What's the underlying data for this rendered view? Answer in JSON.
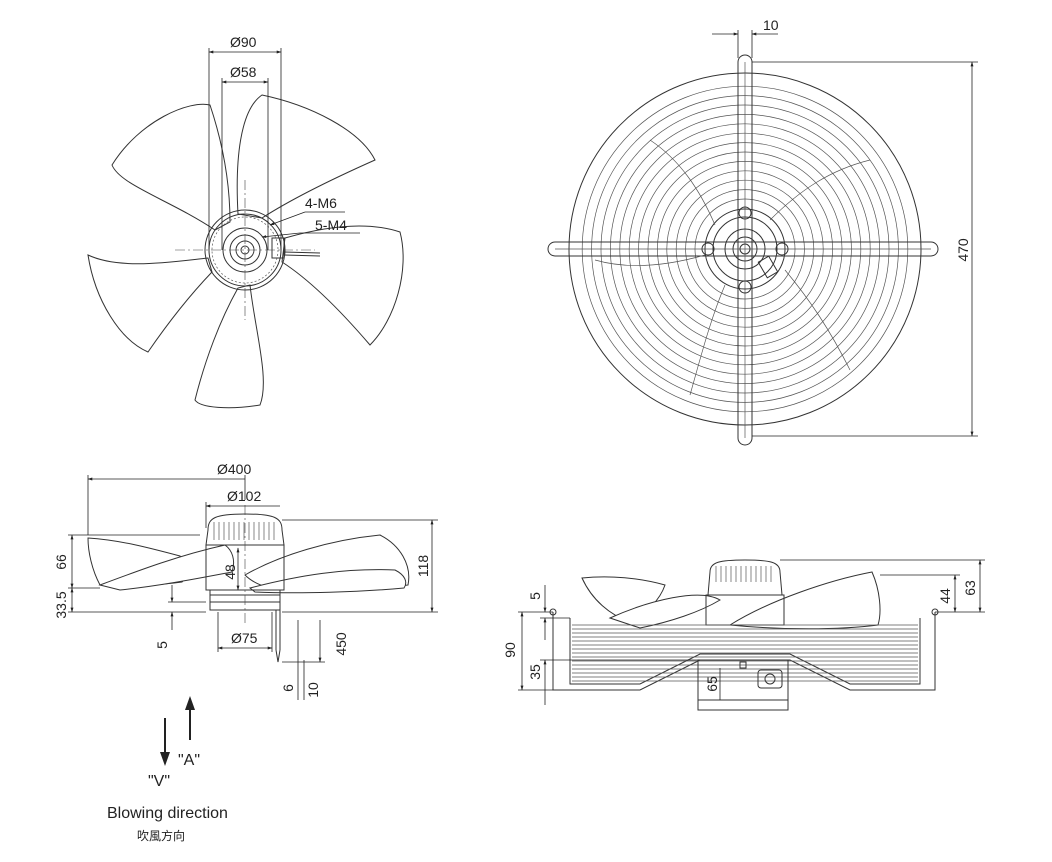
{
  "front_view": {
    "dim_d90": "Ø90",
    "dim_d58": "Ø58",
    "dim_4m6": "4-M6",
    "dim_5m4": "5-M4"
  },
  "guard_view": {
    "dim_10": "10",
    "dim_470": "470"
  },
  "side_view": {
    "dim_d400": "Ø400",
    "dim_d102": "Ø102",
    "dim_66": "66",
    "dim_33_5": "33.5",
    "dim_48": "48",
    "dim_118": "118",
    "dim_5": "5",
    "dim_d75": "Ø75",
    "dim_450": "450",
    "dim_6": "6",
    "dim_10": "10"
  },
  "guard_side_view": {
    "dim_5": "5",
    "dim_90": "90",
    "dim_35": "35",
    "dim_44": "44",
    "dim_63": "63",
    "dim_65": "65"
  },
  "legend": {
    "arrow_a": "\"A\"",
    "arrow_v": "\"V\"",
    "title": "Blowing direction",
    "title_cn": "吹風方向"
  }
}
